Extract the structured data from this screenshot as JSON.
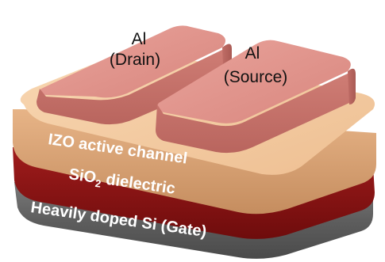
{
  "labels": {
    "drain_line1": "Al",
    "drain_line2": "(Drain)",
    "source_line1": "Al",
    "source_line2": "(Source)",
    "izo": "IZO active channel",
    "sio2_main": "SiO",
    "sio2_sub": "2",
    "sio2_rest": " dielectric",
    "si": "Heavily doped Si (Gate)"
  },
  "colors": {
    "background": "#ffffff",
    "al_top": "#e0928a",
    "al_side": "#c9736b",
    "izo_top": "#f3c79a",
    "izo_side": "#d7a072",
    "sio2_side": "#8e1414",
    "si_side": "#6d6d6d",
    "text_dark": "#111111",
    "text_light": "#ffffff"
  }
}
